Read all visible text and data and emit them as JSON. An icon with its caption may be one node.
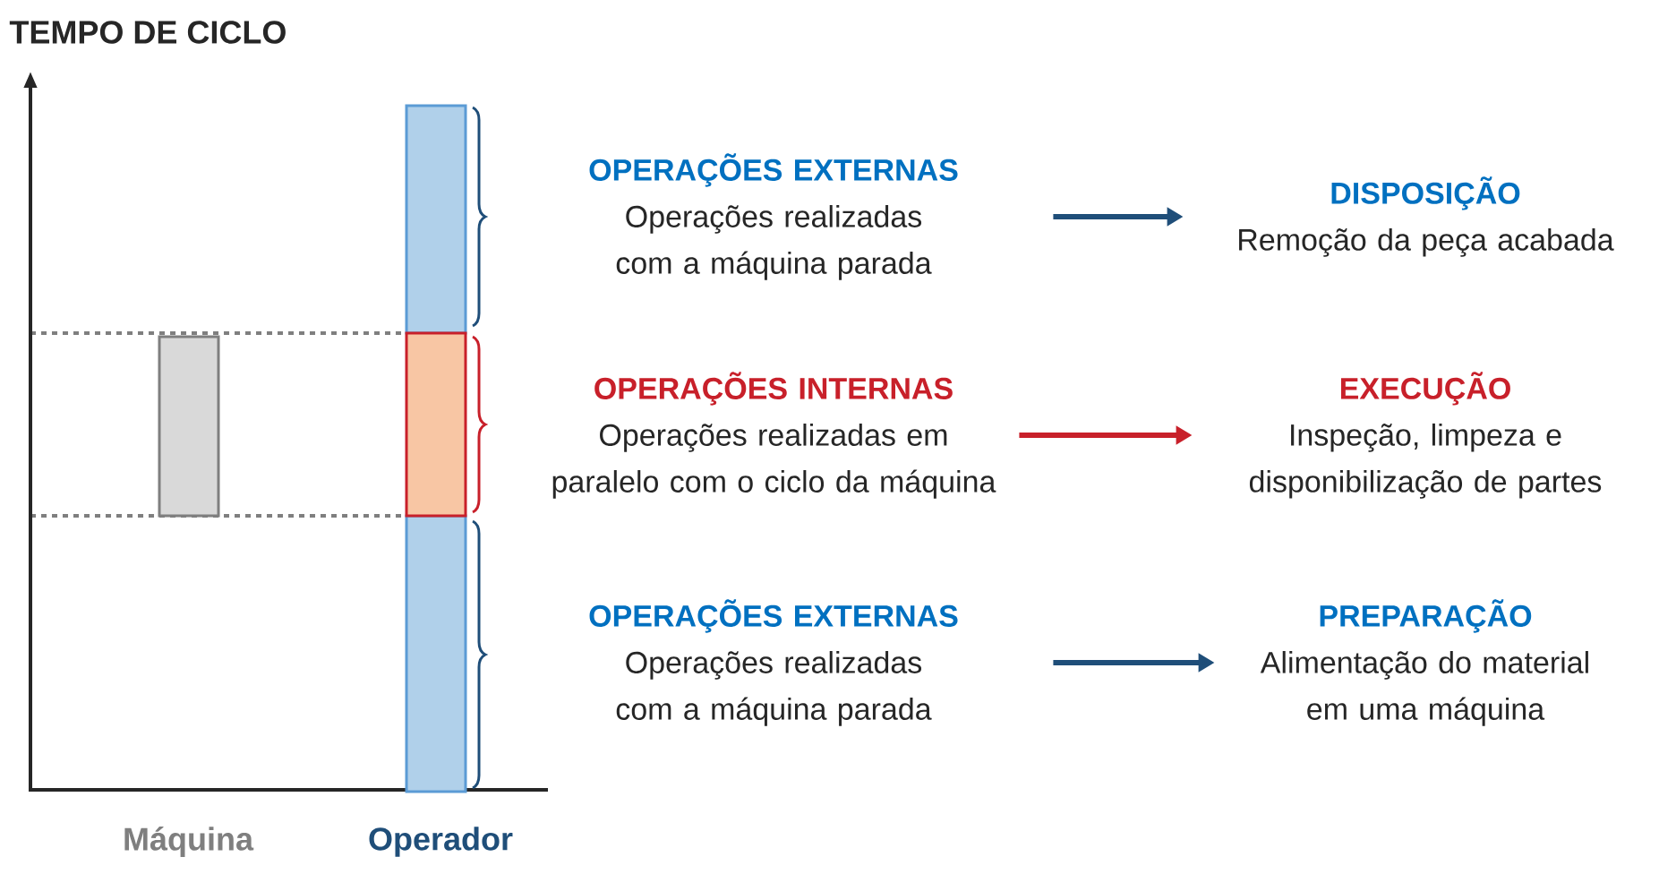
{
  "diagram": {
    "nodes": [
      {
        "text": [
          "OPERAÇÕES EXTERNAS",
          "Operações realizadas com a máquina parada"
        ]
      },
      {
        "text": [
          "OPERAÇÕES INTERNAS",
          "Operações realizadas em paralelo com o ciclo da máquina"
        ]
      },
      {
        "text": [
          "OPERAÇÕES EXTERNAS",
          "Operações realizadas com a máquina parada"
        ]
      },
      {
        "text": [
          "DISPOSIÇÃO",
          "Remoção da peça acabada"
        ]
      },
      {
        "text": [
          "EXECUÇÃO",
          "Inspeção, limpeza e disponibilização de partes"
        ]
      },
      {
        "text": [
          "PREPARAÇÃO",
          "Alimentação do material em uma máquina"
        ]
      }
    ],
    "edges": [
      {
        "from": 0,
        "to": 3,
        "arrow": "to"
      },
      {
        "from": 1,
        "to": 4,
        "arrow": "to",
        "color": "#c8202a"
      },
      {
        "from": 2,
        "to": 5,
        "arrow": "to"
      }
    ],
    "labels": [
      "TEMPO DE CICLO",
      "Máquina",
      "Operador"
    ]
  }
}
